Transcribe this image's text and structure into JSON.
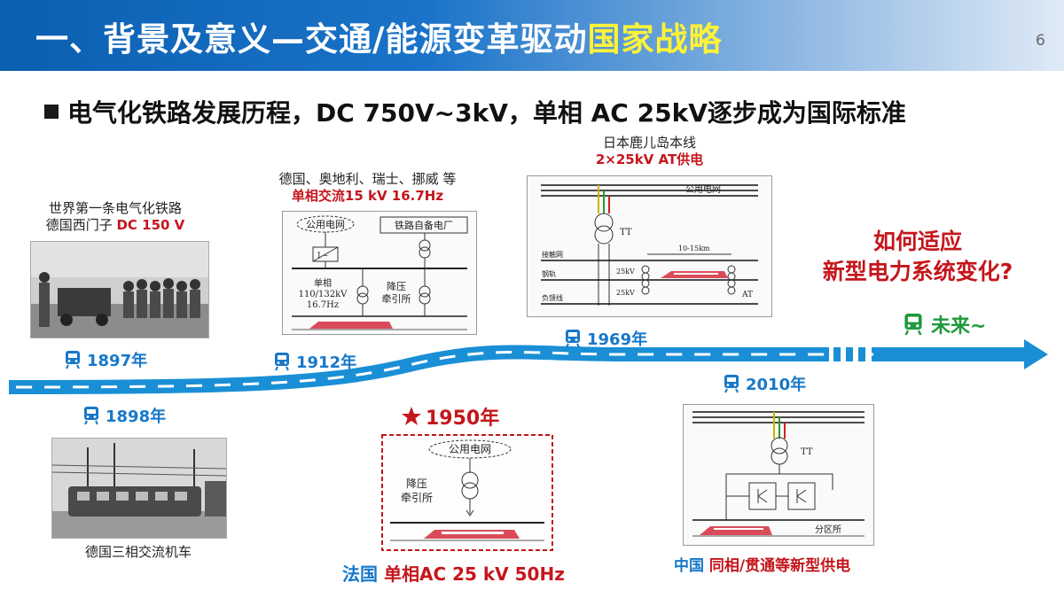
{
  "header": {
    "title_main": "一、背景及意义—交通/能源变革驱动",
    "title_highlight": "国家战略",
    "page_number": "6"
  },
  "subtitle": "电气化铁路发展历程，DC 750V~3kV，单相 AC 25kV逐步成为国际标准",
  "milestones": {
    "m1897": {
      "caption_line1": "世界第一条电气化铁路",
      "caption_line2_prefix": "德国西门子 ",
      "caption_line2_red": "DC 150 V",
      "year": "1897年"
    },
    "m1898": {
      "year": "1898年",
      "caption": "德国三相交流机车"
    },
    "m1912": {
      "caption_line1": "德国、奥地利、瑞士、挪威 等",
      "caption_line2_red": "单相交流15 kV 16.7Hz",
      "year": "1912年",
      "diagram": {
        "grid": "公用电网",
        "plant": "铁路自备电厂",
        "conv": "1~",
        "ratio1": "单相",
        "ratio2": "110/132kV",
        "ratio3": "16.7Hz",
        "sub1": "降压",
        "sub2": "牵引所"
      }
    },
    "m1950": {
      "year": "1950年",
      "caption_prefix": "法国 ",
      "caption_red": "单相AC 25 kV 50Hz",
      "diagram": {
        "grid": "公用电网",
        "sub1": "降压",
        "sub2": "牵引所"
      }
    },
    "m1969": {
      "caption_line1": "日本鹿儿岛本线",
      "caption_line2_red": "2×25kV AT供电",
      "year": "1969年",
      "diagram": {
        "grid": "公用电网",
        "tt": "TT",
        "l1": "接触网",
        "l2": "钢轨",
        "l3": "负馈线",
        "kv1": "25kV",
        "kv2": "25kV",
        "span": "10-15km",
        "at": "AT"
      }
    },
    "m2010": {
      "year": "2010年",
      "caption_prefix": "中国 ",
      "caption_red": "同相/贯通等新型供电",
      "diagram": {
        "tt": "TT",
        "zone": "分区所"
      }
    },
    "future": {
      "question_line1": "如何适应",
      "question_line2": "新型电力系统变化?",
      "label": "未来~"
    }
  },
  "colors": {
    "accent_blue": "#1778c9",
    "red": "#c4161c",
    "future_green": "#1e9a3c",
    "highlight_yellow": "#fff23a"
  }
}
